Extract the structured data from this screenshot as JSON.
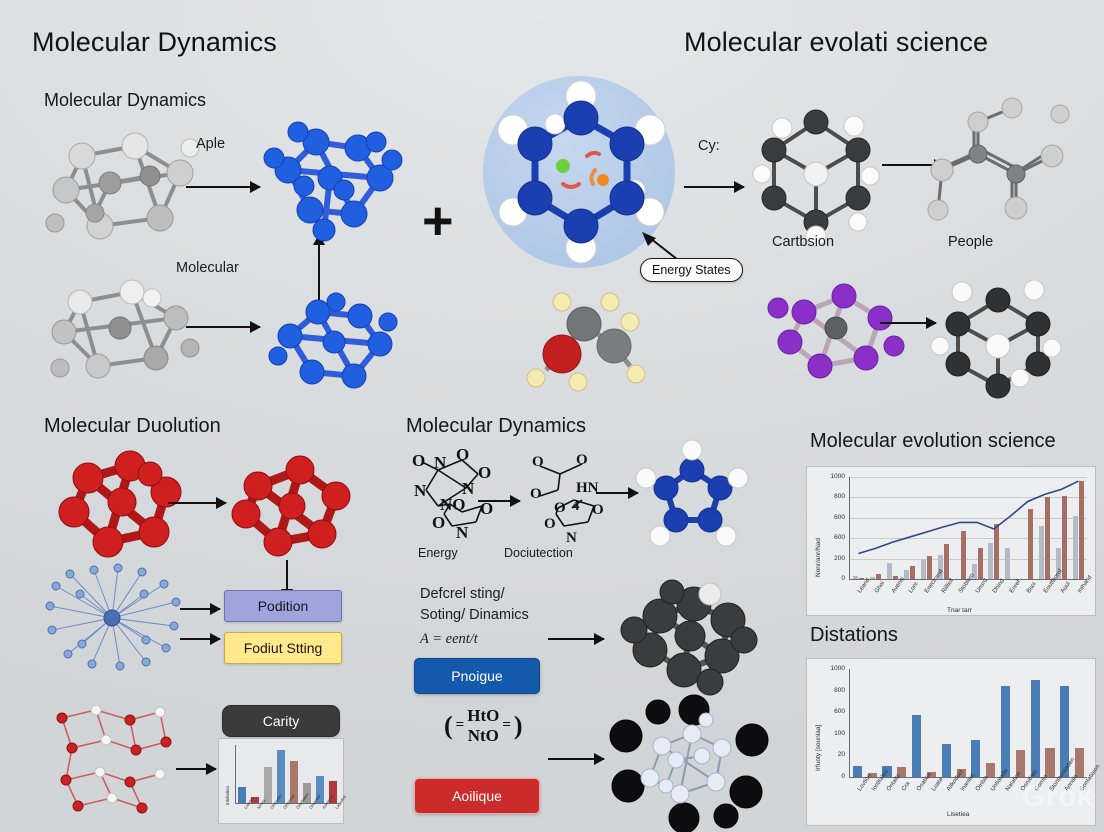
{
  "titles": {
    "left": "Molecular Dynamics",
    "right": "Molecular evolati science"
  },
  "top_left_panel": {
    "heading": "Molecular Dynamics",
    "label_top_arrow": "Aple",
    "label_bottom_arrow": "Molecular",
    "plus": "+"
  },
  "center_panel": {
    "callout": "Energy States"
  },
  "top_right_panel": {
    "label_arrow": "Cy:",
    "label_molecule_1": "Cartbsion",
    "label_molecule_2": "People"
  },
  "bottom_left_panel": {
    "heading": "Molecular Duolution",
    "box_position": "Podition",
    "box_setting": "Fodiut Stting",
    "box_clarity": "Carity"
  },
  "bottom_mid_panel": {
    "heading": "Molecular Dynamics",
    "formula_left": [
      "O",
      "N",
      "O",
      "O",
      "N",
      "N",
      "O",
      "NO",
      "O",
      "N"
    ],
    "label_left": "Energy",
    "label_right": "Dociutection",
    "text_line_1": "Defcrel sting/",
    "text_line_2": "Soting/ Dinamics",
    "text_line_3": "A = eent/t",
    "button_blue": "Pnoigue",
    "formula_fraction_top": "HtO",
    "formula_fraction_bottom": "NtO",
    "button_red": "Aoilique"
  },
  "bottom_right_panel": {
    "heading_top": "Molecular evolution science",
    "heading_bottom": "Distations"
  },
  "colors": {
    "background": "#dcdfe1",
    "accent_blue": "#1559ad",
    "accent_red": "#cc2b2b",
    "box_purple": "#9fa4dc",
    "box_yellow": "#ffe98c",
    "box_dark": "#3b3b3b",
    "bar_blue": "#4a7db5",
    "bar_brown": "#a56f66",
    "bar_gray": "#b3bcc6",
    "line_navy": "#2e4a86",
    "halo_blue": "#b8cde8"
  },
  "watermark": "Grok",
  "chart_data": [
    {
      "type": "bar",
      "id": "combo-chart",
      "title": "Molecular evolution science",
      "xlabel": "Tnar tarr",
      "ylabel": "Nonr/anr/Nad",
      "ylim": [
        0,
        1000
      ],
      "yticks": [
        0,
        200,
        600,
        600,
        800,
        1000
      ],
      "ytick_labels": [
        "0",
        "200",
        "600",
        "600",
        "800",
        "1000"
      ],
      "grid": true,
      "categories": [
        "Leand",
        "Ghoi",
        "Aveniti",
        "Lont",
        "Enectrand",
        "Rilliiof",
        "Stobtoro",
        "Unsrd",
        "Dhind",
        "Enref",
        "Bsoi",
        "Eouttborof",
        "Auul",
        "Inthand"
      ],
      "series": [
        {
          "name": "bars-brown",
          "color": "#a56f66",
          "values": [
            10,
            45,
            30,
            130,
            230,
            345,
            470,
            300,
            540,
            0,
            690,
            800,
            815,
            960
          ]
        },
        {
          "name": "bars-gray",
          "color": "#b3bcc6",
          "values": [
            25,
            15,
            160,
            85,
            190,
            240,
            0,
            150,
            350,
            300,
            0,
            520,
            300,
            620
          ]
        },
        {
          "name": "trend-line",
          "color": "#2e4a86",
          "chart_type": "line",
          "values": [
            250,
            300,
            360,
            410,
            460,
            510,
            555,
            555,
            490,
            620,
            760,
            830,
            880,
            960
          ]
        }
      ]
    },
    {
      "type": "bar",
      "id": "grouped-chart",
      "title": "Distations",
      "xlabel": "Lisetiea",
      "ylabel": "Irfuoty [sounlaa]",
      "ylim": [
        0,
        1000
      ],
      "yticks": [
        0,
        20,
        100,
        600,
        800,
        1000
      ],
      "ytick_labels": [
        "0",
        "20",
        "100",
        "600",
        "800",
        "1000"
      ],
      "grid": false,
      "categories": [
        "Lovtion",
        "Iontitaled",
        "Ontaito",
        "Cra",
        "Onatioa",
        "Loata",
        "Alikoduol",
        "Inantiot",
        "Oinbia",
        "Untiatade",
        "Natation",
        "Onnaiato",
        "Gorrito",
        "Stontaontaden",
        "Annalo",
        "Gontatiaion"
      ],
      "series": [
        {
          "name": "series-blue",
          "color": "#4a7db5",
          "values": [
            105,
            0,
            100,
            0,
            575,
            0,
            310,
            0,
            340,
            0,
            840,
            0,
            895,
            0,
            840,
            0
          ]
        },
        {
          "name": "series-brown",
          "color": "#a8786d",
          "values": [
            0,
            40,
            0,
            95,
            0,
            42,
            0,
            75,
            0,
            130,
            0,
            250,
            0,
            265,
            0,
            270
          ]
        }
      ]
    },
    {
      "type": "bar",
      "id": "mini-chart",
      "title": "",
      "xlabel": "",
      "ylabel": "Inlolteiion",
      "ylim": [
        0,
        100
      ],
      "yticks": [
        0,
        100
      ],
      "ytick_labels": [
        "0",
        "1"
      ],
      "grid": false,
      "categories": [
        "Llondet",
        "Nrreta",
        "Onstaden",
        "Ontatead",
        "Ooteltaten",
        "Onatelad",
        "Aontaiod",
        "Laanded"
      ],
      "values": [
        28,
        11,
        62,
        92,
        72,
        34,
        46,
        38
      ],
      "bar_colors": [
        "#4a7db5",
        "#b03a3a",
        "#a8a8a8",
        "#5b8cc0",
        "#a8786d",
        "#9a9a9a",
        "#5b8cc0",
        "#b03a3a"
      ]
    }
  ]
}
